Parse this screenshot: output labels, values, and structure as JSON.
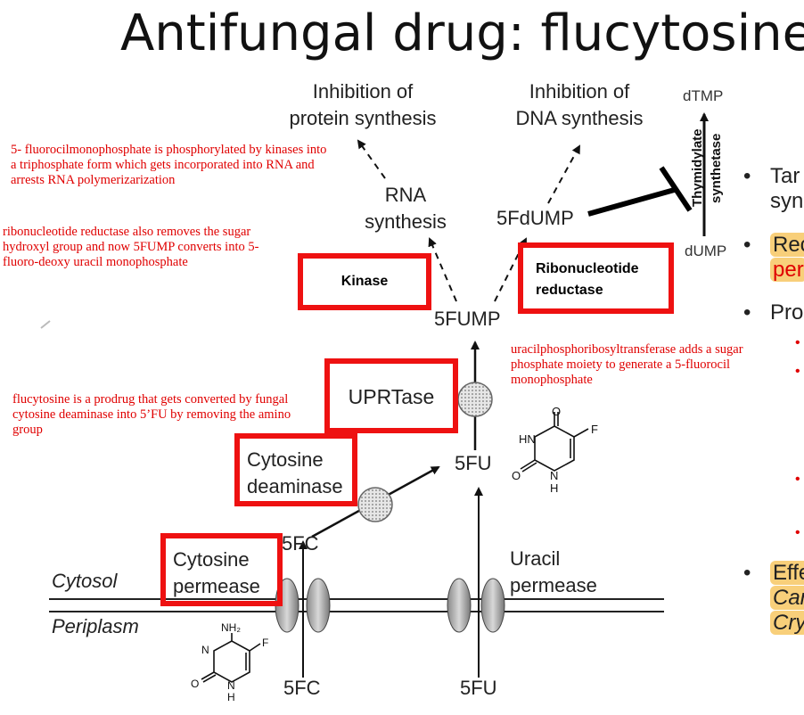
{
  "title": "Antifungal drug: flucytosine",
  "diagram": {
    "inhibition_protein": "Inhibition of\nprotein synthesis",
    "inhibition_dna": "Inhibition of\nDNA synthesis",
    "rna_synthesis": "RNA\nsynthesis",
    "fdump": "5FdUMP",
    "fump": "5FUMP",
    "fu_top": "5FU",
    "fu_bottom": "5FU",
    "fc_mid": "5FC",
    "fc_bottom": "5FC",
    "dtmp": "dTMP",
    "dump": "dUMP",
    "thymidylate": "Thymidylate",
    "synthetase": "synthetase",
    "cytosol": "Cytosol",
    "periplasm": "Periplasm",
    "uracil_permease": "Uracil\npermease",
    "nh2": "NH₂",
    "f_atom": "F",
    "hn": "HN",
    "n_atom": "N",
    "h_atom": "H",
    "o_atom": "O"
  },
  "boxes": {
    "kinase": "Kinase",
    "ribonucleotide_reductase": "Ribonucleotide\nreductase",
    "uprtase": "UPRTase",
    "cytosine_deaminase": "Cytosine\ndeaminase",
    "cytosine_permease": "Cytosine\npermease"
  },
  "notes": {
    "phosphorylation": "5- fluorocilmonophosphate is phosphorylated by kinases into a triphosphate form which gets incorporated into RNA and arrests RNA polymerizarization",
    "reductase": "ribonucleotide reductase also removes the sugar hydroxyl group and now 5FUMP converts into 5-fluoro-deoxy uracil monophosphate",
    "uprt": "uracilphosphoribosyltransferase adds a sugar phosphate moiety to generate a 5-fluorocil monophosphate",
    "prodrug": "flucytosine is a prodrug that gets converted by fungal cytosine deaminase into 5’FU by removing the amino group"
  },
  "bullets": {
    "b1_line1": "Tar",
    "b1_line2": "syn",
    "b2_line1": "Rec",
    "b2_line2": "per",
    "b3": "Pro",
    "b4_line1": "Effe",
    "b4_line2": "Car",
    "b4_line3": "Cry",
    "bullet_char": "•"
  },
  "colors": {
    "red_box": "#ee1111",
    "note_text": "#e00000",
    "highlight": "#f8cf7a"
  }
}
